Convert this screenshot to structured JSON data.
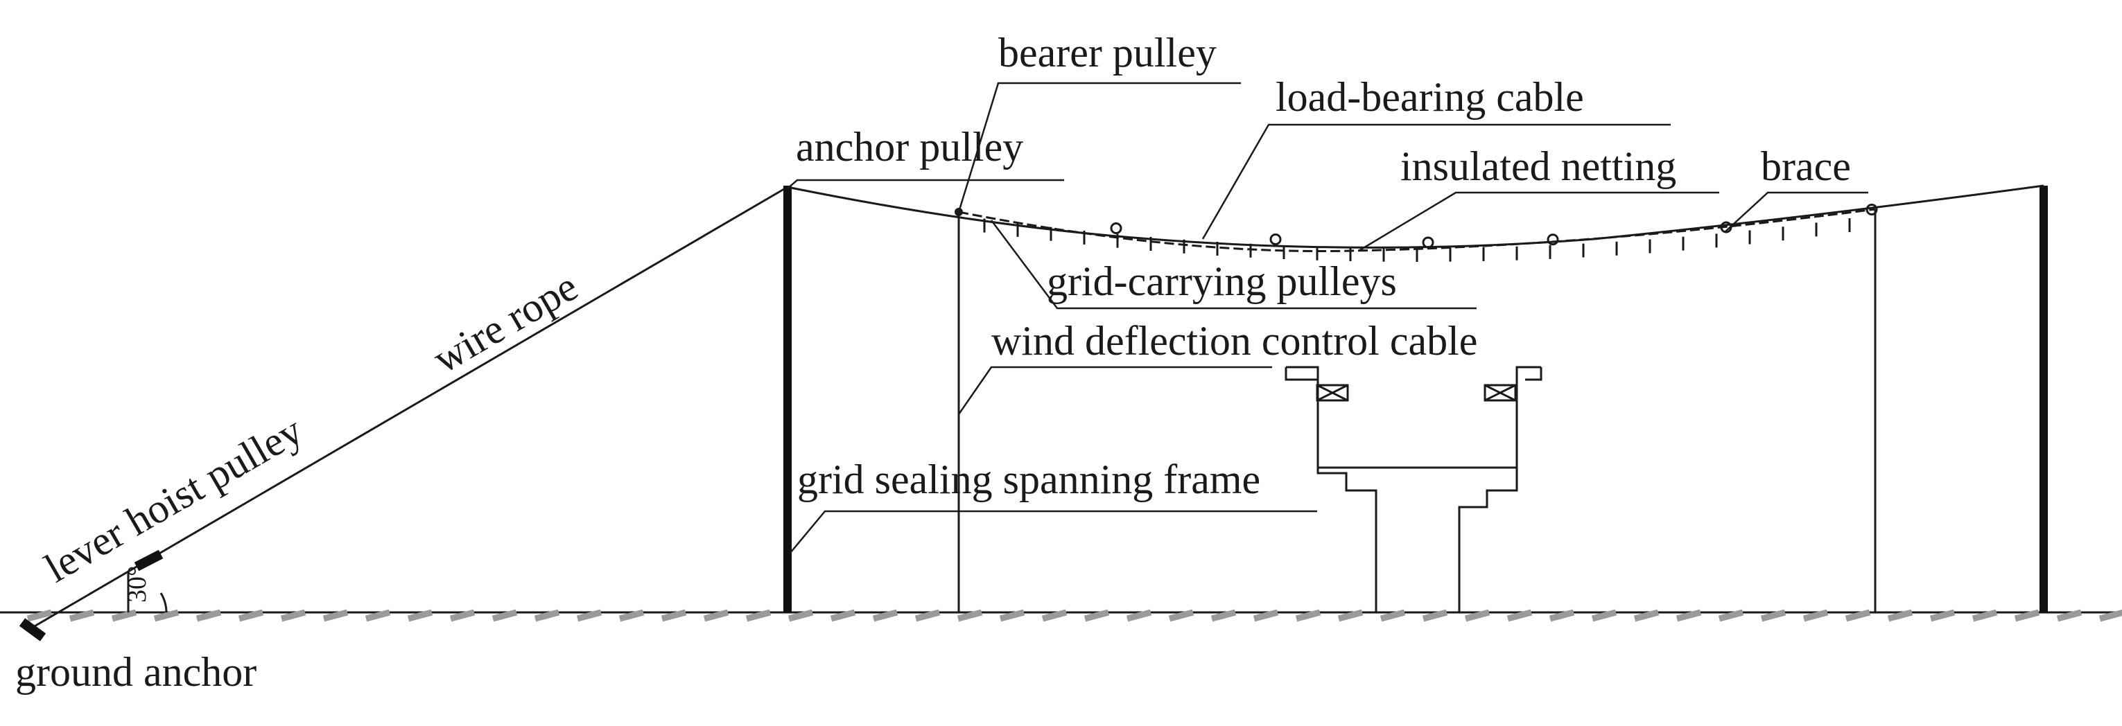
{
  "labels": {
    "bearer_pulley": "bearer pulley",
    "load_bearing_cable": "load-bearing cable",
    "anchor_pulley": "anchor pulley",
    "insulated_netting": "insulated netting",
    "brace": "brace",
    "grid_carrying_pulleys": "grid-carrying pulleys",
    "wire_rope": "wire rope",
    "wind_deflection_control_cable": "wind deflection control cable",
    "lever_hoist_pulley": "lever hoist pulley",
    "grid_sealing_spanning_frame": "grid sealing spanning frame",
    "angle": "30°",
    "ground_anchor": "ground anchor"
  },
  "colors": {
    "line": "#1a1a1a",
    "ground_hatch": "#9a9a9a",
    "background": "#ffffff"
  }
}
